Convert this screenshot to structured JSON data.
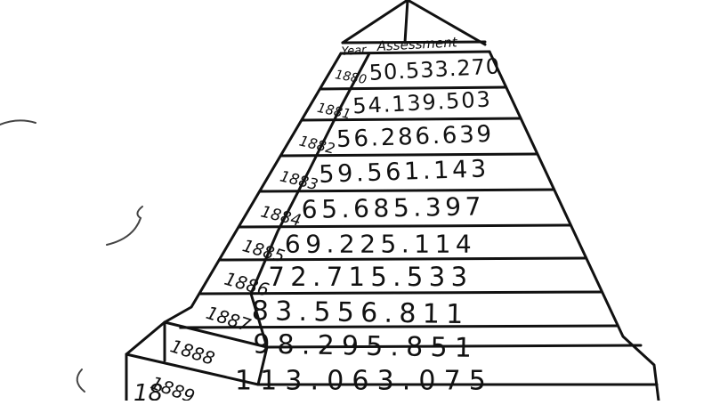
{
  "header": {
    "year_label": "Year",
    "assessment_label": "Assessment"
  },
  "rows": [
    {
      "year": "1880",
      "assessment": "50.533.270"
    },
    {
      "year": "1881",
      "assessment": "54.139.503"
    },
    {
      "year": "1882",
      "assessment": "56.286.639"
    },
    {
      "year": "1883",
      "assessment": "59.561.143"
    },
    {
      "year": "1884",
      "assessment": "65.685.397"
    },
    {
      "year": "1885",
      "assessment": "69.225.114"
    },
    {
      "year": "1886",
      "assessment": "72.715.533"
    },
    {
      "year": "1887",
      "assessment": "83.556.811"
    },
    {
      "year": "1888",
      "assessment": "98.295.851"
    },
    {
      "year": "1889",
      "assessment": "113.063.075"
    }
  ],
  "cutoff_label": "18",
  "colors": {
    "ink": "#111111",
    "paper": "#ffffff"
  }
}
